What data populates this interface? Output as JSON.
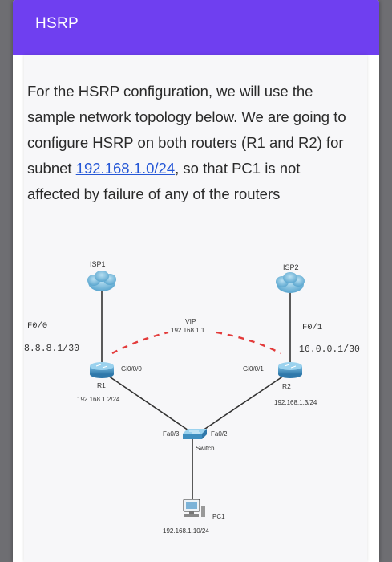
{
  "header": {
    "title": "HSRP"
  },
  "intro": {
    "part1": "For the HSRP configuration, we will use the sample network topology below. We are going to configure HSRP on both routers (R1 and R2) for subnet ",
    "link": "192.168.1.0/24",
    "part2": ", so that PC1 is not affected by failure of any of the routers"
  },
  "topology": {
    "isp1": "ISP1",
    "isp2": "ISP2",
    "r1_wan_if": "F0/0",
    "r1_wan_ip": "8.8.8.1/30",
    "r2_wan_if": "F0/1",
    "r2_wan_ip": "16.0.0.1/30",
    "vip_label": "VIP",
    "vip_ip": "192.168.1.1",
    "r1_lan_if": "Gi0/0/0",
    "r2_lan_if": "Gi0/0/1",
    "r1_name": "R1",
    "r1_ip": "192.168.1.2/24",
    "r2_name": "R2",
    "r2_ip": "192.168.1.3/24",
    "sw_port_left": "Fa0/3",
    "sw_port_right": "Fa0/2",
    "switch_name": "Switch",
    "pc_name": "PC1",
    "pc_ip": "192.168.1.10/24"
  },
  "colors": {
    "header": "#6f3ff0",
    "link": "#2557d6",
    "cloud": "#6fb6d9",
    "router": "#3f8fc0",
    "vip_dash": "#e33b3b"
  }
}
